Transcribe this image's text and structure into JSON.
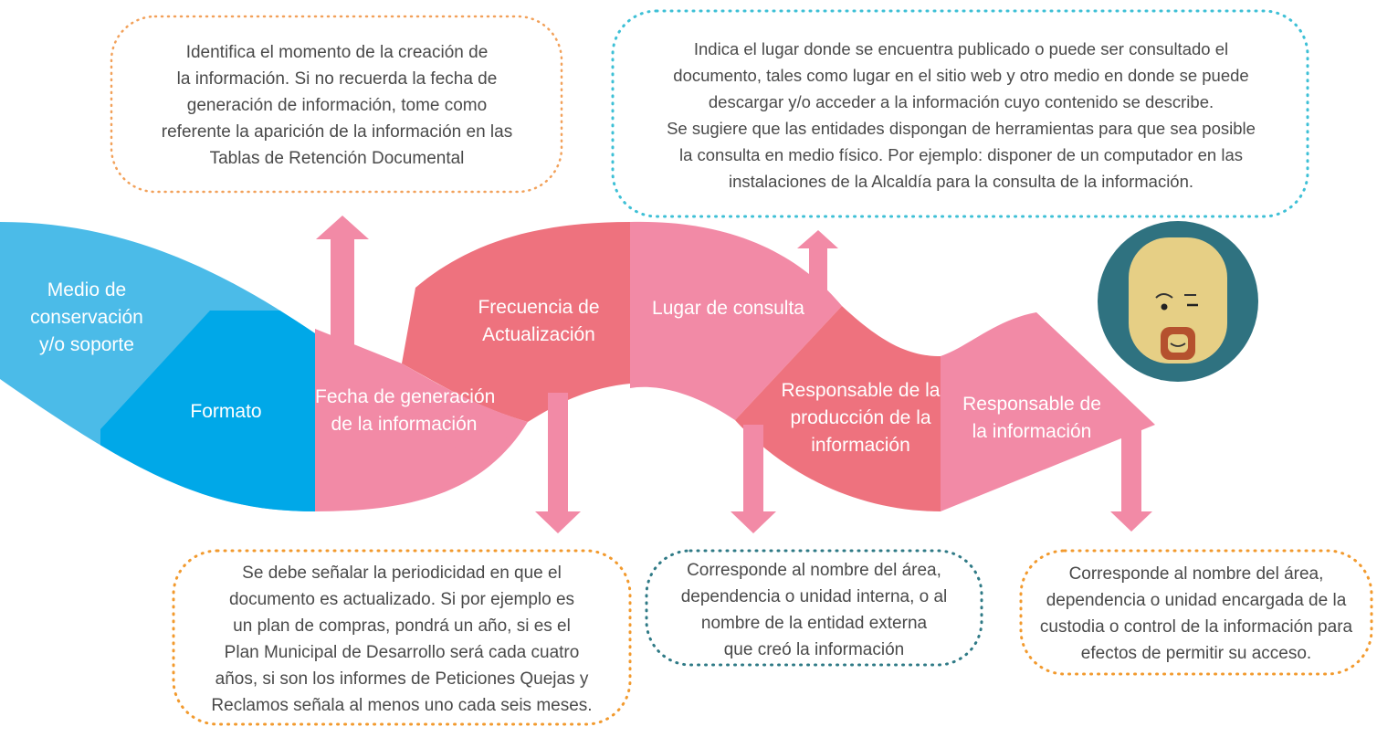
{
  "diagram": {
    "segments": [
      {
        "id": "medio",
        "label": "Medio de conservación y/o soporte",
        "lines": [
          "Medio de",
          "conservación",
          "y/o soporte"
        ],
        "color": "#4bbbe8"
      },
      {
        "id": "formato",
        "label": "Formato",
        "lines": [
          "Formato"
        ],
        "color": "#00a8e8"
      },
      {
        "id": "fecha",
        "label": "Fecha de generación de la información",
        "lines": [
          "Fecha de generación",
          "de la información"
        ],
        "color": "#f28aa6"
      },
      {
        "id": "frecuencia",
        "label": "Frecuencia de Actualización",
        "lines": [
          "Frecuencia de",
          "Actualización"
        ],
        "color": "#ee727e"
      },
      {
        "id": "lugar",
        "label": "Lugar de consulta",
        "lines": [
          "Lugar de consulta"
        ],
        "color": "#f28aa6"
      },
      {
        "id": "responsable_produccion",
        "label": "Responsable de la producción de la información",
        "lines": [
          "Responsable de la",
          "producción de la",
          "información"
        ],
        "color": "#ee727e"
      },
      {
        "id": "responsable_info",
        "label": "Responsable de la información",
        "lines": [
          "Responsable de",
          "la información"
        ],
        "color": "#f28aa6"
      }
    ],
    "callouts": {
      "fecha": {
        "lines": [
          "Identifica el momento de la creación de",
          "la información. Si no recuerda la fecha de",
          "generación de información, tome como",
          "referente la aparición de la información en las",
          "Tablas de Retención Documental"
        ],
        "border_color": "#f2a15a"
      },
      "lugar": {
        "lines": [
          "Indica el lugar donde se encuentra publicado o puede ser consultado el",
          "documento, tales como lugar en el sitio web y otro medio en donde se puede",
          "descargar y/o acceder a la información cuyo contenido se describe.",
          "Se sugiere que las entidades dispongan de herramientas para que sea posible",
          "la consulta en medio físico. Por ejemplo: disponer de un computador en las",
          "instalaciones de la Alcaldía para la consulta de la información."
        ],
        "border_color": "#3ec0d6"
      },
      "frecuencia": {
        "lines": [
          "Se debe señalar la periodicidad en que el",
          "documento es actualizado. Si por ejemplo es",
          "un plan de compras, pondrá un año, si es el",
          "Plan Municipal de Desarrollo será cada cuatro",
          "años, si son los informes de Peticiones Quejas y",
          "Reclamos  señala al menos uno cada seis meses."
        ],
        "border_color": "#f29a2e"
      },
      "responsable_produccion": {
        "lines": [
          "Corresponde al nombre del área,",
          "dependencia o unidad interna, o al",
          "nombre de la entidad externa",
          "que creó la información"
        ],
        "border_color": "#2f7a86"
      },
      "responsable_info": {
        "lines": [
          "Corresponde al nombre del área,",
          "dependencia o unidad encargada de la",
          "custodia o control de la información para",
          "efectos de permitir su acceso."
        ],
        "border_color": "#f29a2e"
      }
    },
    "arrow_color": "#f28aa6",
    "avatar": {
      "ring_color": "#2f7280",
      "face_color": "#e6cf85",
      "beard_color": "#b5512e"
    }
  }
}
